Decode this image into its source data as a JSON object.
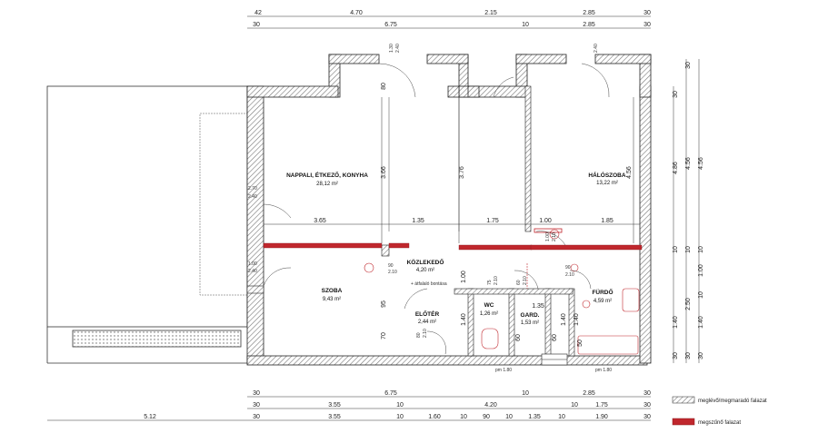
{
  "plan": {
    "rooms": {
      "living": {
        "name": "NAPPALI, ÉTKEZŐ, KONYHA",
        "area": "28,12 m²"
      },
      "bedroom": {
        "name": "HÁLÓSZOBA",
        "area": "13,22 m²"
      },
      "corridor": {
        "name": "KÖZLEKEDŐ",
        "area": "4,20 m²"
      },
      "room": {
        "name": "SZOBA",
        "area": "9,43 m²"
      },
      "hall": {
        "name": "ELŐTÉR",
        "area": "2,44 m²"
      },
      "wc": {
        "name": "WC",
        "area": "1,26 m²"
      },
      "storage": {
        "name": "GARD.",
        "area": "1,53 m²"
      },
      "bath": {
        "name": "FÜRDŐ",
        "area": "4,59 m²"
      }
    },
    "notes": {
      "demolition": "+ átfalaló bontása",
      "pm_left": "pm 1.80",
      "pm_right": "pm 1.80"
    },
    "dims": {
      "top1": [
        "42",
        "4.70",
        "2.15",
        "2.85",
        "30"
      ],
      "top2": [
        "30",
        "6.75",
        "10",
        "2.85",
        "30"
      ],
      "bottom1": [
        "30",
        "6.75",
        "10",
        "2.85",
        "30"
      ],
      "bottom2": [
        "30",
        "3.55",
        "10",
        "4.20",
        "10",
        "1.75",
        "30"
      ],
      "bottom3": [
        "5.12",
        "30",
        "3.55",
        "10",
        "1.60",
        "10",
        "90",
        "10",
        "1.35",
        "10",
        "1.90",
        "30"
      ],
      "interior_h": [
        "3.65",
        "1.35",
        "1.75",
        "1.00",
        "1.85"
      ],
      "interior_v": [
        "3.66",
        "3.76",
        "4.56",
        "80",
        "95",
        "70"
      ],
      "right1": [
        "30",
        "4.86",
        "10",
        "1.40",
        "30"
      ],
      "right2": [
        "30",
        "4.56",
        "10",
        "2.50",
        "30"
      ],
      "right3": [
        "4.56",
        "10",
        "1.00",
        "10",
        "1.40",
        "30"
      ],
      "door_left": [
        "2.70",
        "2.40",
        "1.00",
        "2.40"
      ],
      "door_top": [
        "1.30",
        "2.40",
        "2.40"
      ],
      "door_mid": [
        "90",
        "2.10",
        "1.00",
        "2.10",
        "75",
        "2.10",
        "60",
        "2.10",
        "90",
        "2.10",
        "80",
        "2.10",
        "1.00",
        "1.40",
        "1.35",
        "60",
        "1.40",
        "60",
        "1.40",
        "50"
      ]
    },
    "legend": {
      "existing": "meglévő/megmaradó falazat",
      "new": "megszűnő falazat"
    }
  },
  "colors": {
    "wall_hatch": "#888888",
    "demolish": "#c0272d",
    "line": "#222222"
  }
}
